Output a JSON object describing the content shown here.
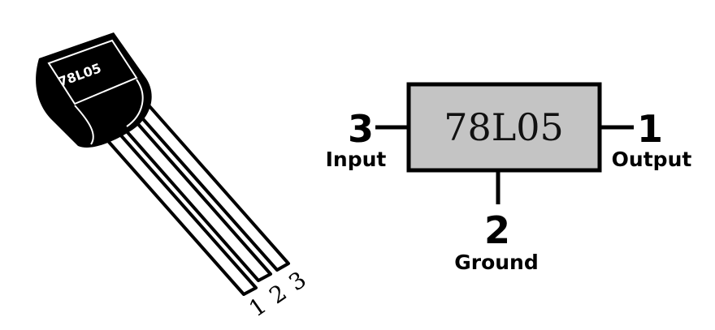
{
  "component": {
    "marking": "78L05",
    "lead_numbers": [
      "1",
      "2",
      "3"
    ]
  },
  "schematic": {
    "chip_label": "78L05",
    "chip_fill": "#c4c4c4",
    "pins": [
      {
        "number": "3",
        "label": "Input"
      },
      {
        "number": "1",
        "label": "Output"
      },
      {
        "number": "2",
        "label": "Ground"
      }
    ]
  }
}
